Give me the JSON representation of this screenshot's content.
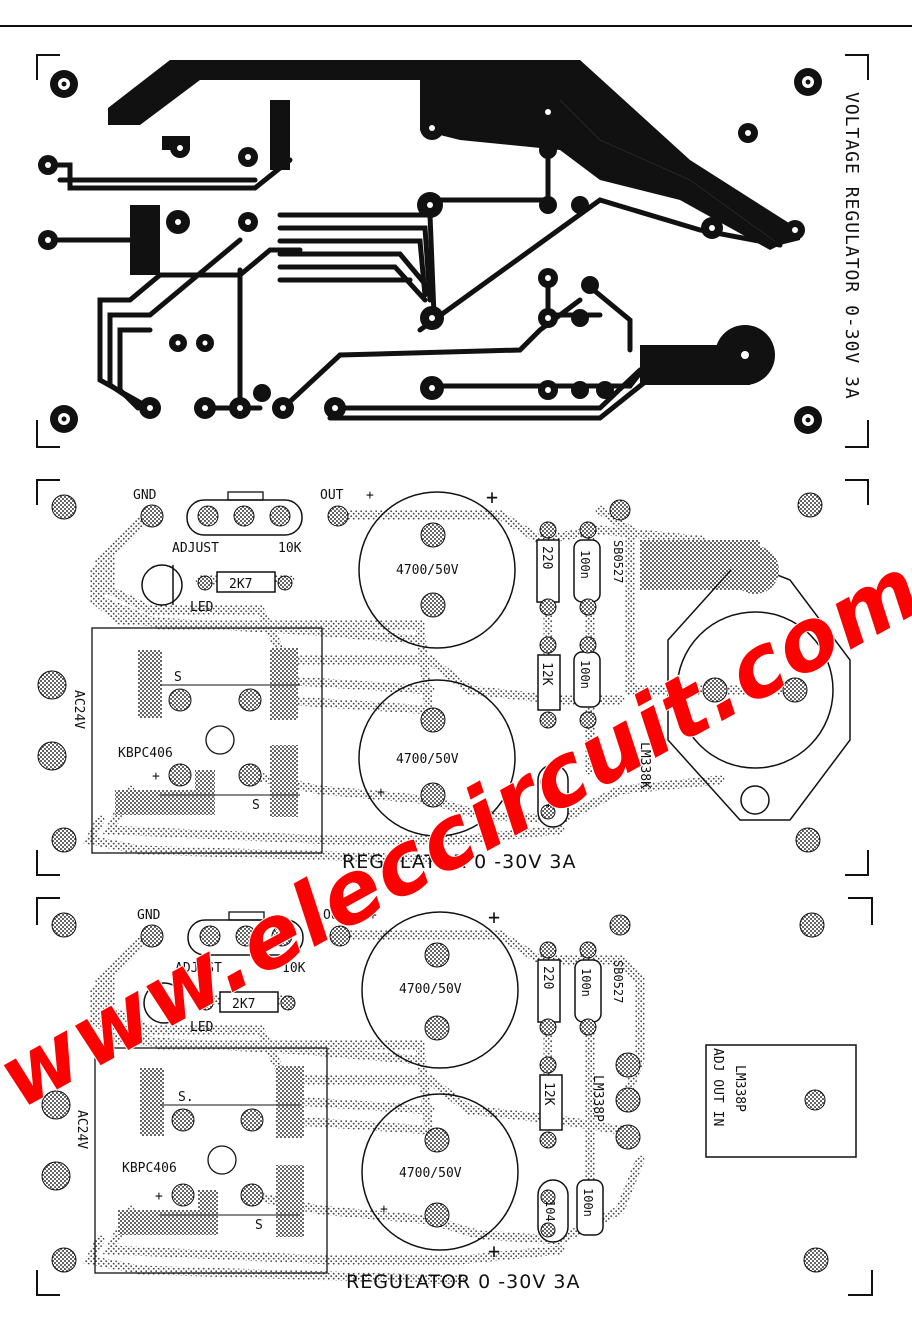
{
  "panel1": {
    "title": "VOLTAGE REGULATOR 0-30V 3A"
  },
  "panel2": {
    "gnd": "GND",
    "out": "OUT",
    "out_plus": "+",
    "plus_top": "+",
    "adjust": "ADJUST",
    "pot": "10K",
    "res_2k7": "2K7",
    "led": "LED",
    "ac": "AC24V",
    "bridge": "KBPC406",
    "s1": "S",
    "s2": "S",
    "bridge_plus": "+",
    "cap1": "4700/50V",
    "cap2": "4700/50V",
    "cap2_plus": "+",
    "res_220": "220",
    "cap_100": "100n",
    "res_12k": "12K",
    "cap_100b": "100n",
    "cap_104": "104",
    "diode": "SB0527",
    "ic": "LM338K",
    "plus_bottom": "+",
    "footer": "REGULATOR 0 -30V 3A"
  },
  "panel3": {
    "gnd": "GND",
    "out": "OUT",
    "out_plus": "+",
    "plus_top": "+",
    "adjust": "ADJUST",
    "pot": "10K",
    "res_2k7": "2K7",
    "led": "LED",
    "ac": "AC24V",
    "bridge": "KBPC406",
    "s1": "S.",
    "s2": "S",
    "bridge_plus": "+",
    "cap1": "4700/50V",
    "cap2": "4700/50V",
    "cap2_plus": "+",
    "res_220": "220",
    "cap_100": "100n",
    "res_12k": "12K",
    "cap_104": "104",
    "cap_100b": "100n",
    "diode": "SB0527",
    "ic": "LM338P",
    "ic_box_name": "LM338P",
    "ic_box_pins": "ADJ OUT IN",
    "plus_bottom": "+",
    "footer": "REGULATOR 0 -30V 3A"
  },
  "watermark": "www.eleccircuit.com",
  "colors": {
    "ink": "#111111",
    "halftone": "#9a9a9a",
    "watermark": "#ff0000"
  }
}
